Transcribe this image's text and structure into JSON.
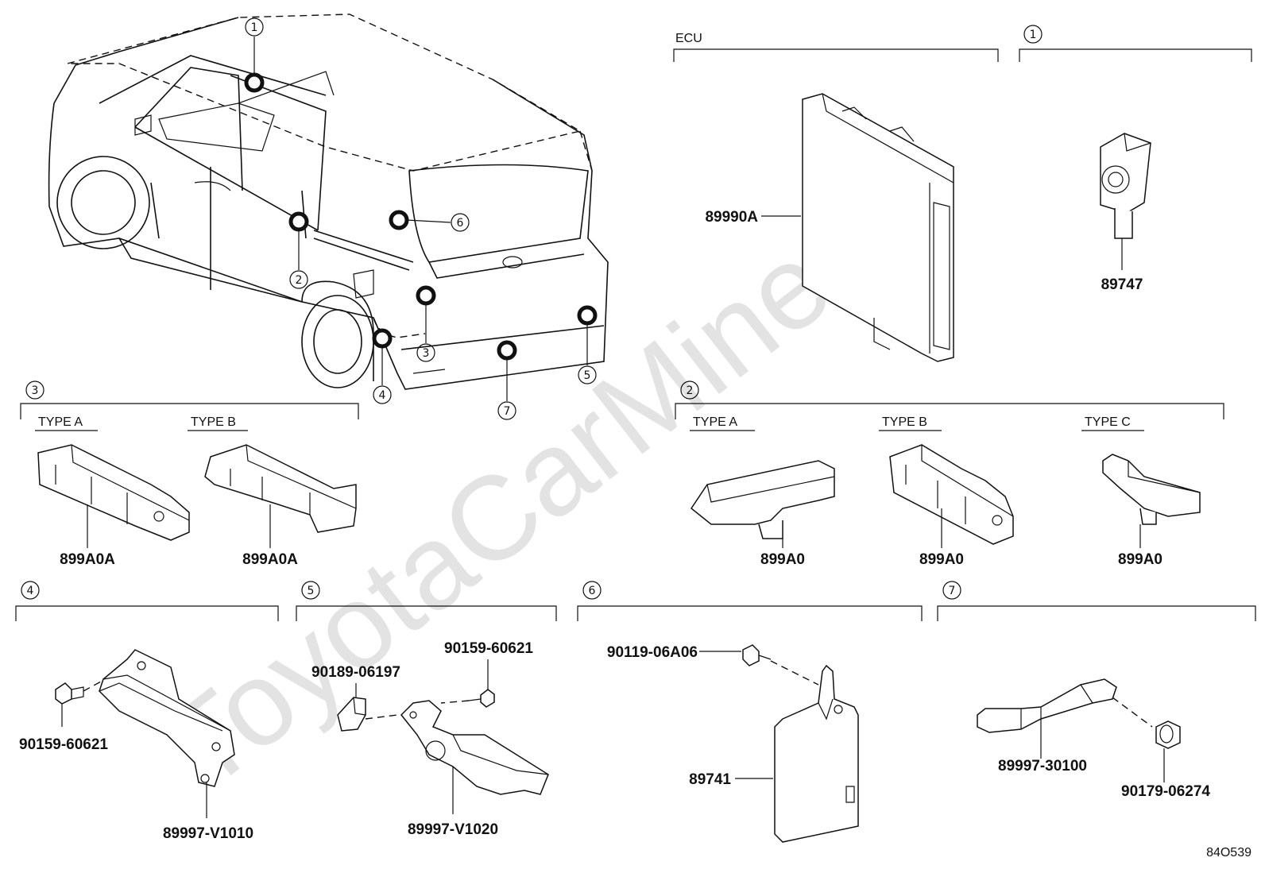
{
  "watermark": "ToyotaCarMine.ru",
  "diagram_code": "84O539",
  "callouts": [
    "1",
    "2",
    "3",
    "4",
    "5",
    "6",
    "7"
  ],
  "groups": {
    "ecu": {
      "header": "ECU",
      "part": "89990A"
    },
    "g1": {
      "num": "1",
      "part": "89747"
    },
    "g2": {
      "num": "2",
      "types": [
        {
          "label": "TYPE A",
          "part": "899A0"
        },
        {
          "label": "TYPE B",
          "part": "899A0"
        },
        {
          "label": "TYPE C",
          "part": "899A0"
        }
      ]
    },
    "g3": {
      "num": "3",
      "types": [
        {
          "label": "TYPE A",
          "part": "899A0A"
        },
        {
          "label": "TYPE B",
          "part": "899A0A"
        }
      ]
    },
    "g4": {
      "num": "4",
      "bolt": "90159-60621",
      "bracket": "89997-V1010"
    },
    "g5": {
      "num": "5",
      "clip": "90189-06197",
      "bolt": "90159-60621",
      "bracket": "89997-V1020"
    },
    "g6": {
      "num": "6",
      "bolt": "90119-06A06",
      "part": "89741"
    },
    "g7": {
      "num": "7",
      "bracket": "89997-30100",
      "nut": "90179-06274"
    }
  }
}
